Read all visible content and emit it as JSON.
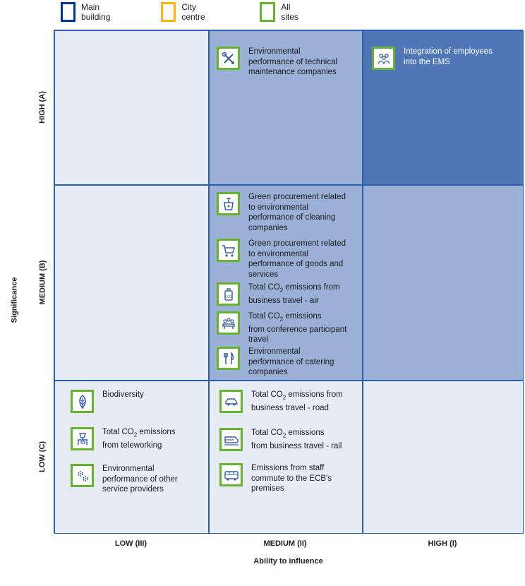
{
  "legend": [
    {
      "label": "Main building",
      "color": "#003399"
    },
    {
      "label": "City centre",
      "color": "#ffb400"
    },
    {
      "label": "All sites",
      "color": "#65b32e"
    }
  ],
  "colors": {
    "low": "#e6ebf4",
    "medium": "#9ab0d7",
    "high": "#4f77b8",
    "grid": "#2c5fa8",
    "icon_border": "#65b32e",
    "icon_glyph": "#3a5fa8"
  },
  "chart_data": {
    "type": "table",
    "xlabel": "Ability to influence",
    "ylabel": "Significance",
    "x_categories": [
      "LOW (III)",
      "MEDIUM (II)",
      "HIGH (I)"
    ],
    "y_categories": [
      "HIGH (A)",
      "MEDIUM (B)",
      "LOW (C)"
    ],
    "cells": [
      {
        "row": 0,
        "col": 0,
        "shade": "low",
        "items": []
      },
      {
        "row": 0,
        "col": 1,
        "shade": "medium",
        "items": [
          {
            "icon": "tools-icon",
            "site": "All sites",
            "lines": [
              "Environmental",
              "performance of technical",
              "maintenance companies"
            ]
          }
        ]
      },
      {
        "row": 0,
        "col": 2,
        "shade": "high",
        "items": [
          {
            "icon": "people-group-icon",
            "site": "All sites",
            "lines": [
              "Integration of employees",
              "into the EMS"
            ]
          }
        ]
      },
      {
        "row": 1,
        "col": 0,
        "shade": "low",
        "items": []
      },
      {
        "row": 1,
        "col": 1,
        "shade": "medium",
        "items": [
          {
            "icon": "cleaning-bucket-icon",
            "site": "All sites",
            "lines": [
              "Green procurement related",
              "to environmental",
              "performance of cleaning",
              "companies"
            ]
          },
          {
            "icon": "shopping-cart-icon",
            "site": "All sites",
            "lines": [
              "Green procurement related",
              "to environmental",
              "performance of goods and",
              "services"
            ]
          },
          {
            "icon": "luggage-co2-icon",
            "site": "All sites",
            "lines": [
              "Total CO2 emissions from",
              "business travel - air"
            ]
          },
          {
            "icon": "conference-icon",
            "site": "All sites",
            "lines": [
              "Total CO2 emissions",
              "from conference participant",
              "travel"
            ]
          },
          {
            "icon": "cutlery-icon",
            "site": "All sites",
            "lines": [
              "Environmental",
              "performance of catering",
              "companies"
            ]
          }
        ]
      },
      {
        "row": 1,
        "col": 2,
        "shade": "medium",
        "items": []
      },
      {
        "row": 2,
        "col": 0,
        "shade": "low",
        "items": [
          {
            "icon": "leaf-icon",
            "site": "All sites",
            "lines": [
              "Biodiversity"
            ]
          },
          {
            "icon": "desk-lamp-icon",
            "site": "All sites",
            "lines": [
              "Total CO2 emissions",
              "from teleworking"
            ]
          },
          {
            "icon": "gears-icon",
            "site": "All sites",
            "lines": [
              "Environmental",
              "performance of other",
              "service providers"
            ]
          }
        ]
      },
      {
        "row": 2,
        "col": 1,
        "shade": "low",
        "items": [
          {
            "icon": "car-icon",
            "site": "All sites",
            "lines": [
              "Total CO2 emissions from",
              "business travel - road"
            ]
          },
          {
            "icon": "train-icon",
            "site": "All sites",
            "lines": [
              "Total CO2 emissions",
              "from business travel - rail"
            ]
          },
          {
            "icon": "bus-icon",
            "site": "All sites",
            "lines": [
              "Emissions from staff",
              "commute to the ECB's",
              "premises"
            ]
          }
        ]
      },
      {
        "row": 2,
        "col": 2,
        "shade": "low",
        "items": []
      }
    ]
  }
}
